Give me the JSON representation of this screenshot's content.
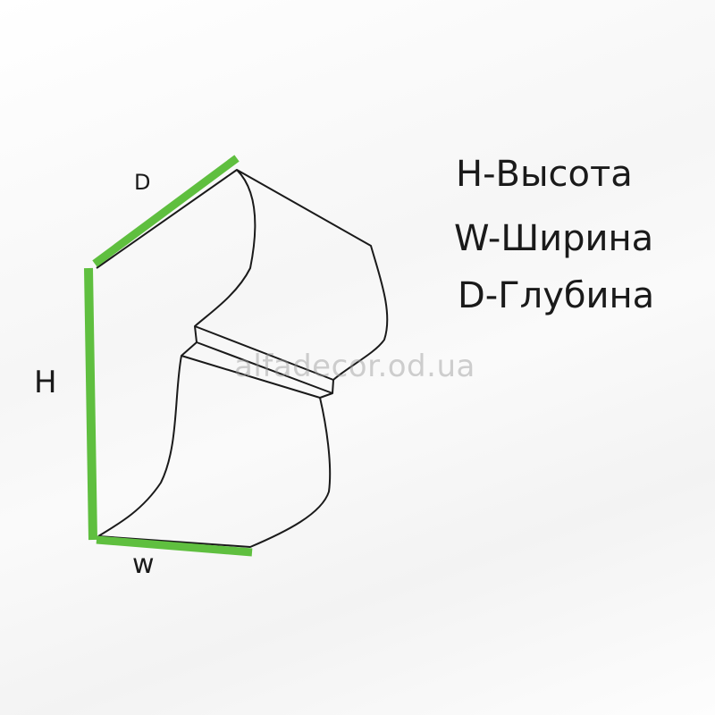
{
  "legend": {
    "height": "H-Высота",
    "width": "W-Ширина",
    "depth": "D-Глубина"
  },
  "dimensions": {
    "depth_letter": "D",
    "height_letter": "H",
    "width_letter": "w"
  },
  "watermark": "alfadecor.od.ua",
  "colors": {
    "dimension_line": "#5fbf3f",
    "outline": "#1a1a1a",
    "text": "#1a1a1a"
  }
}
